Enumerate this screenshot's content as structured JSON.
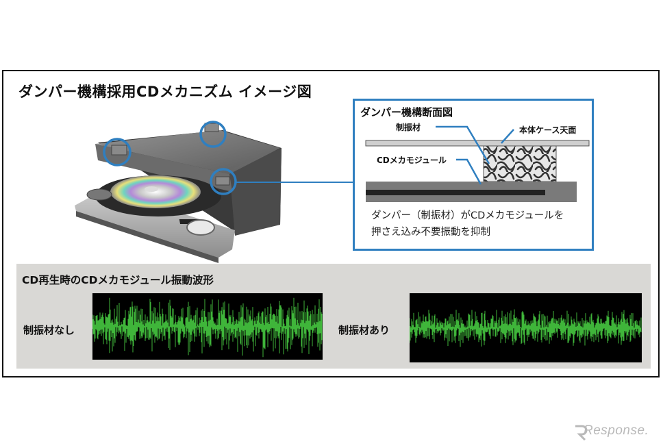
{
  "figure": {
    "title": "ダンパー機構採用CDメカニズム イメージ図"
  },
  "cross_section": {
    "title": "ダンパー機構断面図",
    "labels": {
      "damper_material": "制振材",
      "case_top": "本体ケース天面",
      "cd_module": "CDメカモジュール"
    },
    "caption_lines": [
      "ダンパー（制振材）がCDメカモジュールを",
      "押さえ込み不要振動を抑制"
    ],
    "accent_color": "#2f7fc0"
  },
  "waveforms": {
    "title": "CD再生時のCDメカモジュール振動波形",
    "without_damper_label": "制振材なし",
    "with_damper_label": "制振材あり",
    "wave_color": "#3fb53a"
  },
  "logo": {
    "text": "Response."
  }
}
